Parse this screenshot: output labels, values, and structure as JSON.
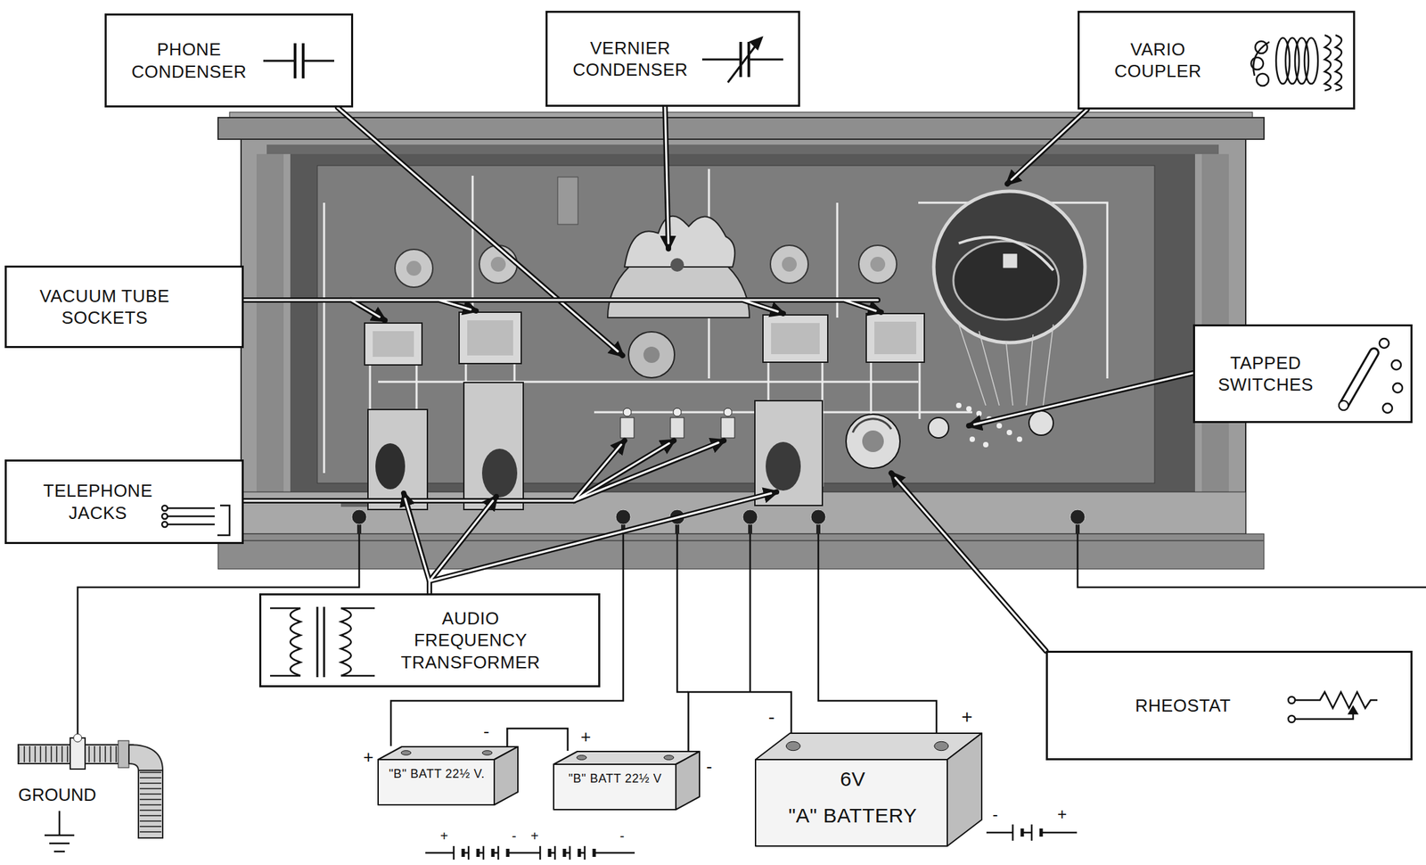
{
  "diagram": {
    "nodes": [
      {
        "text": [
          "PHONE CONDENSER"
        ]
      },
      {
        "text": [
          "VERNIER CONDENSER"
        ]
      },
      {
        "text": [
          "VARIO COUPLER"
        ]
      },
      {
        "text": [
          "VACUUM TUBE SOCKETS"
        ]
      },
      {
        "text": [
          "TAPPED SWITCHES"
        ]
      },
      {
        "text": [
          "TELEPHONE JACKS"
        ]
      },
      {
        "text": [
          "AUDIO FREQUENCY TRANSFORMER"
        ]
      },
      {
        "text": [
          "RHEOSTAT"
        ]
      },
      {
        "text": [
          "\"B\" BATT 22½ V."
        ]
      },
      {
        "text": [
          "\"B\" BATT 22½ V"
        ]
      },
      {
        "text": [
          "6V",
          "\"A\" BATTERY"
        ]
      }
    ],
    "edges": [
      {
        "from": 8,
        "to": 9,
        "arrow": "none"
      },
      {
        "from": 9,
        "to": 10,
        "arrow": "none"
      }
    ],
    "labels": [
      "GROUND",
      "+",
      "-",
      "+",
      "-",
      "-",
      "+",
      "+",
      "-",
      "+",
      "-",
      "-",
      "+"
    ]
  }
}
